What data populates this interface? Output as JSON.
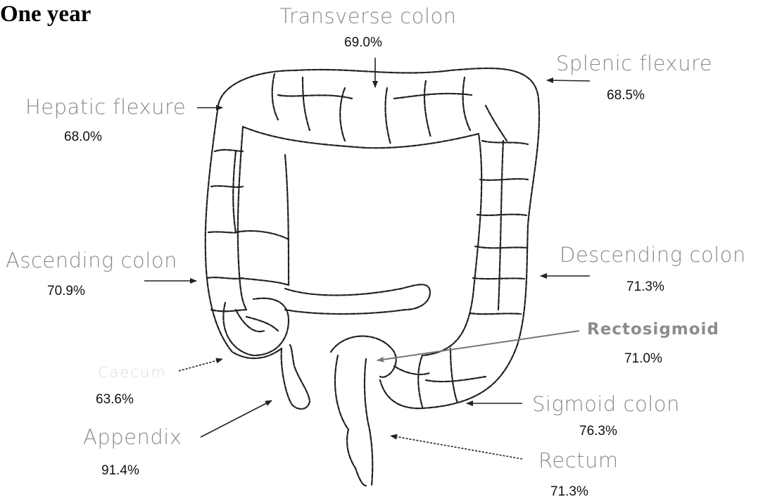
{
  "title": "One year",
  "segments": {
    "transverse_colon": {
      "name": "Transverse colon",
      "value": "69.0%"
    },
    "splenic_flexure": {
      "name": "Splenic flexure",
      "value": "68.5%"
    },
    "hepatic_flexure": {
      "name": "Hepatic flexure",
      "value": "68.0%"
    },
    "ascending_colon": {
      "name": "Ascending colon",
      "value": "70.9%"
    },
    "descending_colon": {
      "name": "Descending colon",
      "value": "71.3%"
    },
    "rectosigmoid": {
      "name": "Rectosigmoid",
      "value": "71.0%"
    },
    "caecum": {
      "name": "Caecum",
      "value": "63.6%"
    },
    "sigmoid_colon": {
      "name": "Sigmoid colon",
      "value": "76.3%"
    },
    "appendix": {
      "name": "Appendix",
      "value": "91.4%"
    },
    "rectum": {
      "name": "Rectum",
      "value": "71.3%"
    }
  },
  "colors": {
    "label_text": "#8a8a8a",
    "percent_text": "#111111",
    "outline": "#222222",
    "rectosigmoid_pointer": "#777777"
  }
}
